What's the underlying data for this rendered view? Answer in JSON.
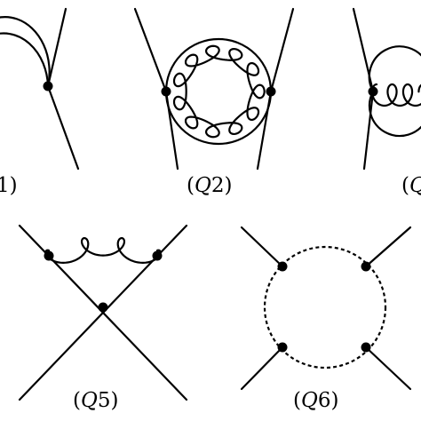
{
  "colors": {
    "ink": "#000000",
    "background": "#ffffff"
  },
  "diagrams": [
    {
      "id": "Q1",
      "caption_text": "1)",
      "caption_var": "",
      "caption_num": "",
      "caption_close": ""
    },
    {
      "id": "Q2",
      "caption_text": "",
      "caption_var": "Q",
      "caption_num": "2",
      "caption_close": ")"
    },
    {
      "id": "Q3",
      "caption_text": "",
      "caption_var": "Q",
      "caption_num": "",
      "caption_close": ""
    },
    {
      "id": "Q5",
      "caption_text": "",
      "caption_var": "Q",
      "caption_num": "5",
      "caption_close": ")"
    },
    {
      "id": "Q6",
      "caption_text": "",
      "caption_var": "Q",
      "caption_num": "6",
      "caption_close": ")"
    }
  ]
}
